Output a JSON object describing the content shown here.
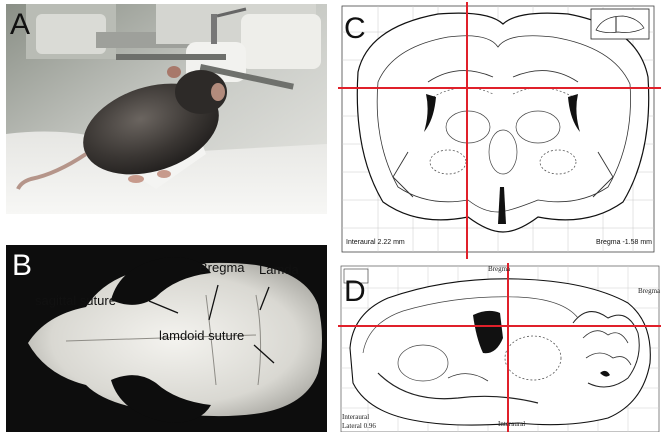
{
  "panels": {
    "a": {
      "letter": "A"
    },
    "b": {
      "letter": "B",
      "labels": {
        "bregma": "Bregma",
        "lamda": "Lamda",
        "sagittal": "sagittal suture",
        "lamdoid": "lamdoid suture"
      }
    },
    "c": {
      "letter": "C",
      "interaural": "Interaural 2.22 mm",
      "bregma": "Bregma -1.58 mm"
    },
    "d": {
      "letter": "D",
      "top_label": "Bregma",
      "right_label": "Bregma",
      "interaural_left": "Interaural",
      "lateral": "Lateral 0.96",
      "interaural_bottom": "Interaural"
    }
  },
  "colors": {
    "crosshair": "#e0202a",
    "skull_bg": "#0d0d0d",
    "photo_bg": "#cfcfcd"
  }
}
